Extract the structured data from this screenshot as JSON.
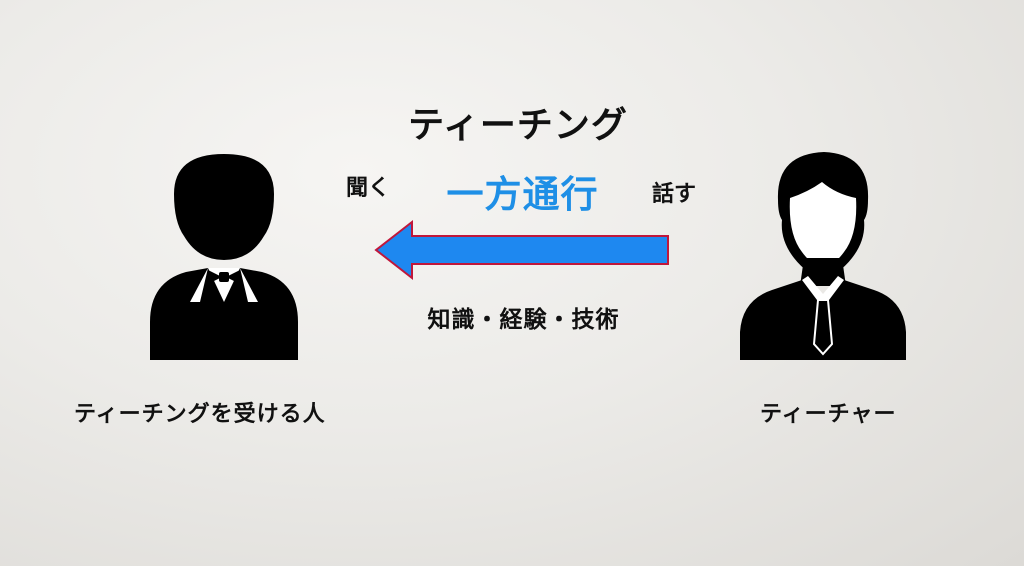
{
  "title": "ティーチング",
  "left_label": "聞く",
  "right_label": "話す",
  "center_label": "一方通行",
  "transfer_label": "知識・経験・技術",
  "learner_label": "ティーチングを受ける人",
  "teacher_label": "ティーチャー",
  "colors": {
    "arrow_fill": "#1e88f0",
    "arrow_stroke": "#c0173b",
    "accent_text": "#1e8fe6",
    "figure": "#000000"
  },
  "icons": [
    "learner-person-icon",
    "teacher-person-icon",
    "left-arrow-icon"
  ]
}
